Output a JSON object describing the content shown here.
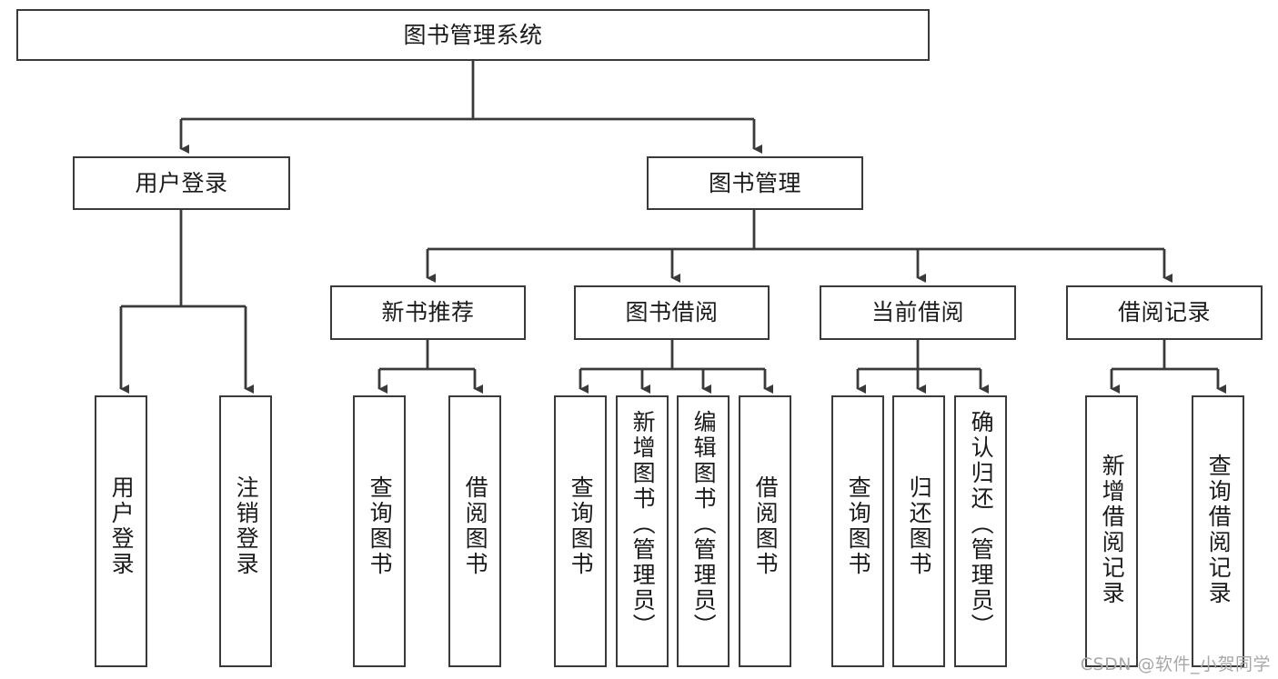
{
  "diagram": {
    "title": "图书管理系统",
    "root": {
      "label": "图书管理系统"
    },
    "level2": [
      {
        "label": "用户登录"
      },
      {
        "label": "图书管理"
      }
    ],
    "level3": [
      {
        "label": "新书推荐"
      },
      {
        "label": "图书借阅"
      },
      {
        "label": "当前借阅"
      },
      {
        "label": "借阅记录"
      }
    ],
    "leaves": {
      "user_login": [
        {
          "label": "用户登录"
        },
        {
          "label": "注销登录"
        }
      ],
      "new_book": [
        {
          "label": "查询图书"
        },
        {
          "label": "借阅图书"
        }
      ],
      "book_borrow": [
        {
          "label": "查询图书"
        },
        {
          "label": "新增图书（管理员）"
        },
        {
          "label": "编辑图书（管理员）"
        },
        {
          "label": "借阅图书"
        }
      ],
      "current_borrow": [
        {
          "label": "查询图书"
        },
        {
          "label": "归还图书"
        },
        {
          "label": "确认归还（管理员）"
        }
      ],
      "borrow_record": [
        {
          "label": "新增借阅记录"
        },
        {
          "label": "查询借阅记录"
        }
      ]
    }
  },
  "watermark": {
    "text": "CSDN @软件_小贺同学"
  },
  "colors": {
    "border": "#3a3a3a",
    "text": "#1b1b1b",
    "background": "#ffffff",
    "watermark": "#a8a8a8"
  }
}
